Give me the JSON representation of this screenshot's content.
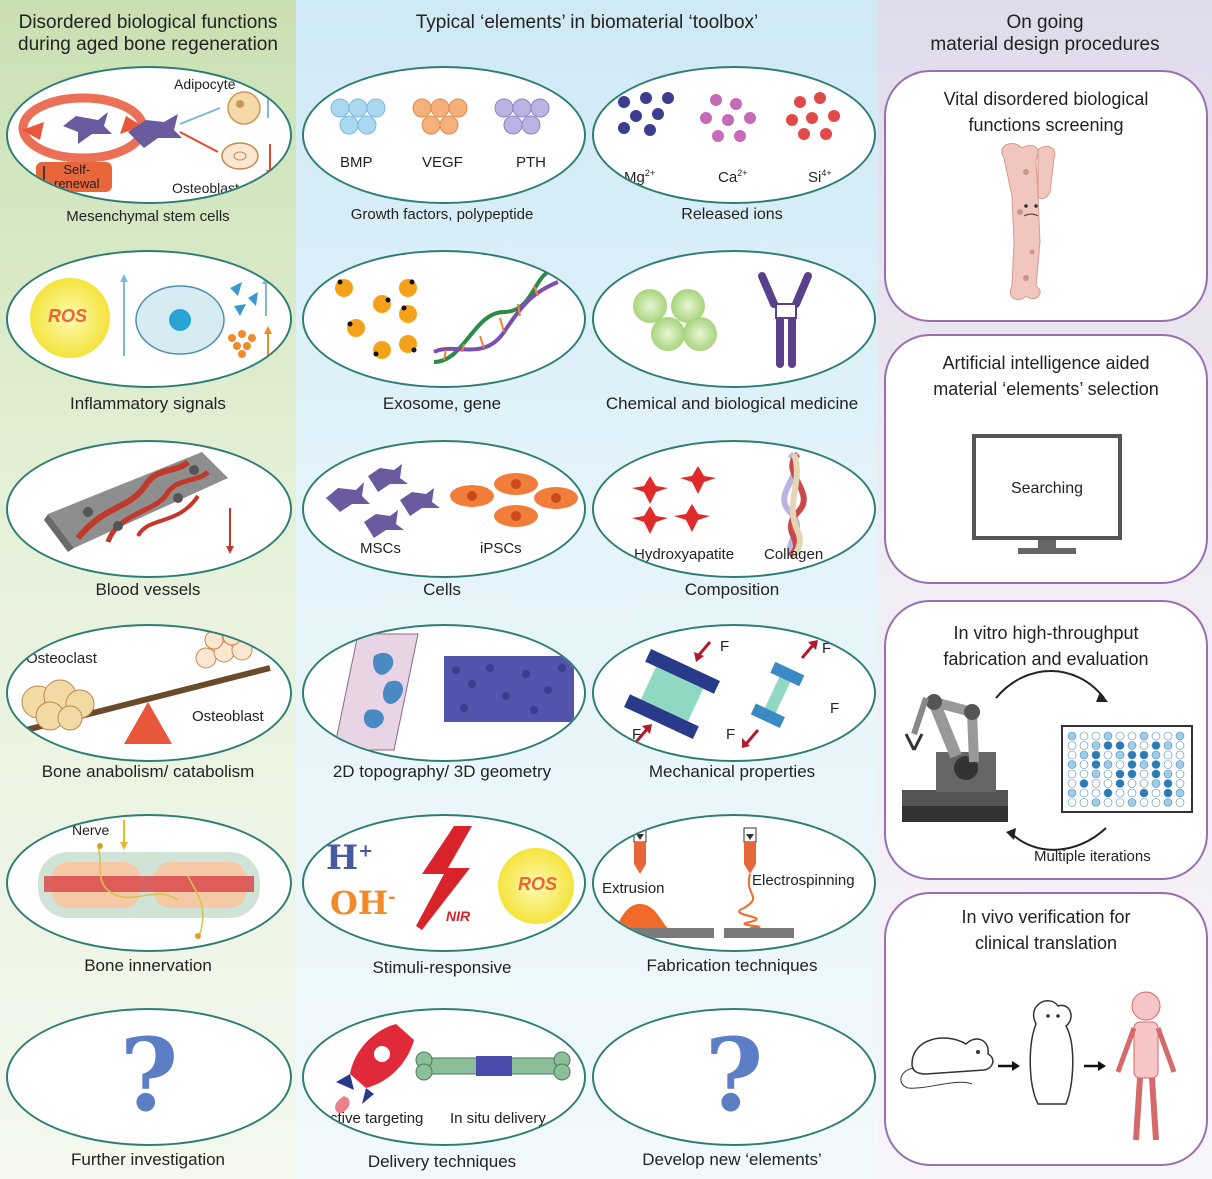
{
  "headers": {
    "left": [
      "Disordered biological functions",
      "during aged bone regeneration"
    ],
    "middle": "Typical ‘elements’ in biomaterial ‘toolbox’",
    "right": [
      "On going",
      "material design procedures"
    ]
  },
  "left_panels": [
    {
      "caption": "Mesenchymal stem cells",
      "labels": {
        "adipocyte": "Adipocyte",
        "osteoblast": "Osteoblast",
        "self_renewal": [
          "Self-",
          "renewal"
        ]
      }
    },
    {
      "caption": "Inflammatory signals",
      "labels": {
        "ros": "ROS"
      }
    },
    {
      "caption": "Blood vessels"
    },
    {
      "caption": "Bone anabolism/ catabolism",
      "labels": {
        "osteoclast": "Osteoclast",
        "osteoblast": "Osteoblast"
      }
    },
    {
      "caption": "Bone innervation",
      "labels": {
        "nerve": "Nerve"
      }
    },
    {
      "caption": "Further investigation",
      "labels": {
        "mark": "?"
      }
    }
  ],
  "middle_panels": [
    {
      "caption": "Growth factors, polypeptide",
      "labels": [
        "BMP",
        "VEGF",
        "PTH"
      ]
    },
    {
      "caption": "Released ions",
      "labels": [
        "Mg",
        "Ca",
        "Si"
      ],
      "sups": [
        "2+",
        "2+",
        "4+"
      ]
    },
    {
      "caption": "Exosome, gene"
    },
    {
      "caption": "Chemical and biological medicine"
    },
    {
      "caption": "Cells",
      "labels": [
        "MSCs",
        "iPSCs"
      ]
    },
    {
      "caption": "Composition",
      "labels": [
        "Hydroxyapatite",
        "Collagen"
      ]
    },
    {
      "caption": "2D topography/ 3D geometry"
    },
    {
      "caption": "Mechanical properties",
      "labels": [
        "F",
        "F",
        "F",
        "F",
        "F"
      ]
    },
    {
      "caption": "Stimuli-responsive",
      "labels": {
        "h": "H",
        "h_sup": "+",
        "oh": "OH",
        "oh_sup": "-",
        "nir": "NIR",
        "ros": "ROS"
      }
    },
    {
      "caption": "Fabrication techniques",
      "labels": [
        "Extrusion",
        "Electrospinning"
      ]
    },
    {
      "caption": "Delivery techniques",
      "labels": [
        "Active targeting",
        "In situ delivery"
      ]
    },
    {
      "caption": "Develop new ‘elements’",
      "labels": {
        "mark": "?"
      }
    }
  ],
  "right_panels": [
    {
      "title": [
        "Vital disordered  biological",
        "functions screening"
      ]
    },
    {
      "title": [
        "Artificial intelligence aided",
        "material ‘elements’ selection"
      ],
      "screen_text": "Searching"
    },
    {
      "title": [
        "In vitro high-throughput",
        "fabrication and evaluation"
      ],
      "note": "Multiple iterations"
    },
    {
      "title": [
        "In vivo  verification for",
        "clinical translation"
      ]
    }
  ],
  "colors": {
    "teal_border": "#2e7d74",
    "purple_border": "#9a6fb0",
    "left_bg": "#c9e0b2",
    "mid_bg": "#cfe9f5",
    "right_bg": "#e0dbeb",
    "question": "#5b7ec4"
  }
}
